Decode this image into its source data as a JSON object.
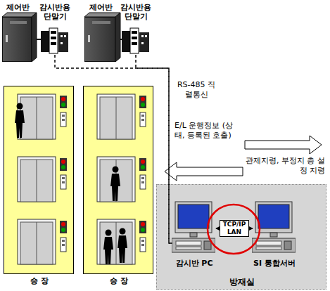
{
  "diagram": {
    "nodes": [
      {
        "text": [
          "제어반"
        ]
      },
      {
        "text": [
          "감시반용 단말기"
        ]
      },
      {
        "text": [
          "제어반"
        ]
      },
      {
        "text": [
          "감시반용 단말기"
        ]
      },
      {
        "text": [
          "승 장"
        ]
      },
      {
        "text": [
          "승 장"
        ]
      },
      {
        "text": [
          "방재실"
        ]
      },
      {
        "text": [
          "감시반 PC"
        ],
        "in": 6
      },
      {
        "text": [
          "SI 통합서버"
        ],
        "in": 6
      }
    ],
    "edges": [
      {
        "from": 1,
        "to": 7,
        "arrow": "none",
        "label": "RS-485 직렬통신"
      },
      {
        "from": 3,
        "to": 7,
        "arrow": "none"
      },
      {
        "from": 7,
        "to": 8,
        "arrow": "both",
        "label": "TCP/IP LAN"
      }
    ],
    "labels": [
      "E/L 운행정보 (상태, 등록된 호출)",
      "관제지령, 부정지 층 설정 지령"
    ]
  }
}
